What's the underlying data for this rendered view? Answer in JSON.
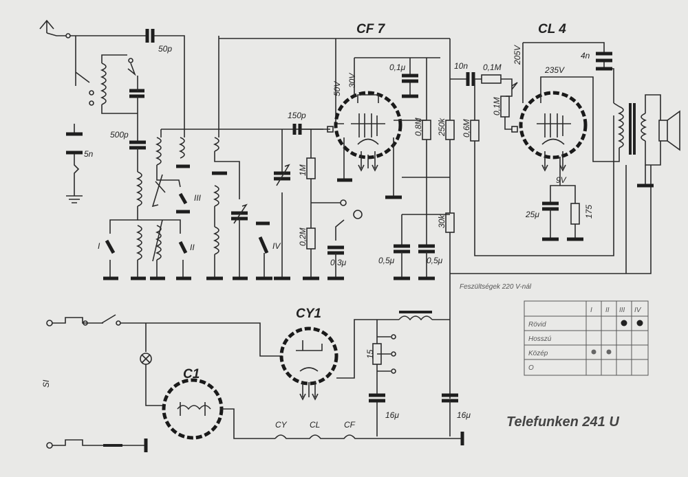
{
  "title": "Telefunken 241 U",
  "tubes": {
    "cf7": "CF 7",
    "cl4": "CL 4",
    "cy1": "CY1",
    "c1": "C1"
  },
  "components": {
    "c_antenna": "50p",
    "c_coupling": "500p",
    "c_ground": "5n",
    "c_grid": "150p",
    "c_screen": "0,1μ",
    "c_out": "10n",
    "c_speaker": "4n",
    "c_grid_dec": "0,3μ",
    "c_dec1": "0,5μ",
    "c_dec2": "0,5μ",
    "c_cath": "25μ",
    "c_filter1": "16μ",
    "c_filter2": "16μ",
    "r_grid": "1M",
    "r_grid2": "0,2M",
    "r_anode": "0,8M",
    "r_screen": "250k",
    "r_leak": "0,6M",
    "r_pot": "0,1M",
    "r_grid3": "0,1M",
    "r_dec": "30k",
    "r_cath": "175",
    "r_filter": "15"
  },
  "voltages": {
    "v1": "30V",
    "v2": "50V",
    "v3": "205V",
    "v4": "235V",
    "v5": "9V"
  },
  "switches": {
    "s1": "I",
    "s2": "II",
    "s3": "III",
    "s4": "IV"
  },
  "heater_labels": {
    "h1": "CY",
    "h2": "CL",
    "h3": "CF"
  },
  "side_mark": "SI",
  "table": {
    "caption": "Feszültségek 220 V-nál",
    "columns": [
      "I",
      "II",
      "III",
      "IV"
    ],
    "rows": [
      {
        "label": "Rövid",
        "marks": [
          false,
          false,
          true,
          true
        ]
      },
      {
        "label": "Hosszú",
        "marks": [
          false,
          false,
          false,
          false
        ]
      },
      {
        "label": "Közép",
        "marks": [
          true,
          true,
          false,
          false
        ]
      },
      {
        "label": "O",
        "marks": [
          false,
          false,
          false,
          false
        ]
      }
    ]
  }
}
